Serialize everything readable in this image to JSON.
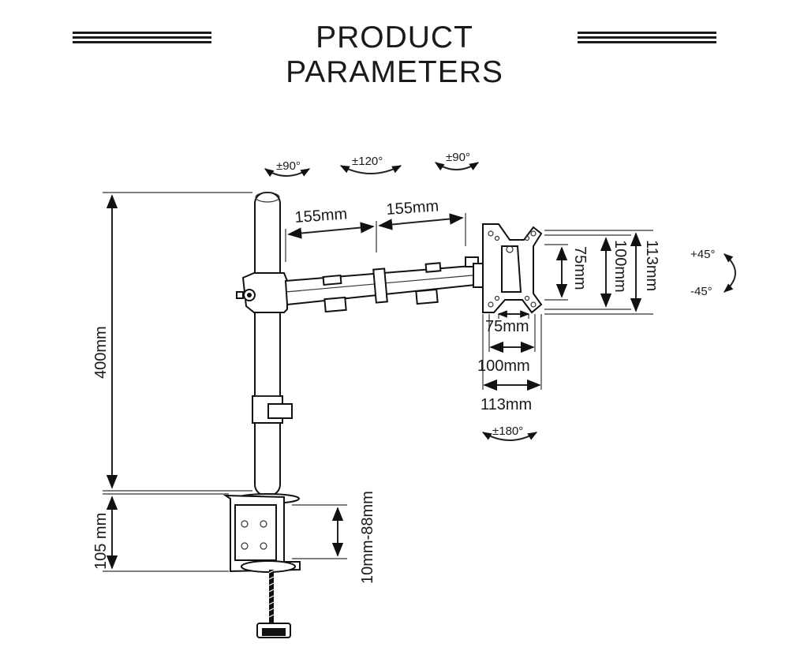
{
  "header": {
    "title": "PRODUCT PARAMETERS"
  },
  "rotation": {
    "arm_joint_1": "±90°",
    "arm_joint_2": "±120°",
    "arm_joint_3": "±90°",
    "tilt_up": "+45°",
    "tilt_down": "-45°",
    "swivel": "±180°"
  },
  "dimensions": {
    "pole_height": "400mm",
    "clamp_height": "105 mm",
    "desk_thickness": "10mm-88mm",
    "arm_segment_1": "155mm",
    "arm_segment_2": "155mm",
    "vesa_h_75": "75mm",
    "vesa_h_100": "100mm",
    "vesa_h_113": "113mm",
    "vesa_w_75": "75mm",
    "vesa_w_100": "100mm",
    "vesa_w_113": "113mm"
  }
}
